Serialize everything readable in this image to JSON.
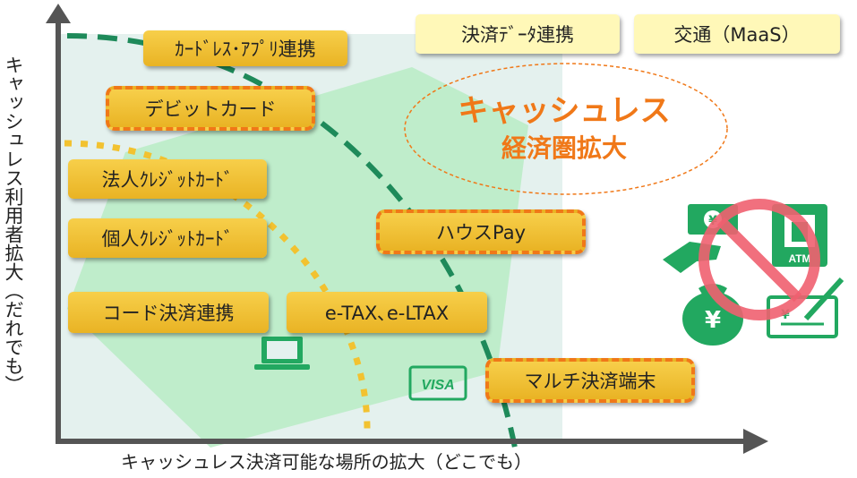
{
  "axes": {
    "y_label": "キャッシュレス利用者拡大（だれでも）",
    "x_label": "キャッシュレス決済可能な場所の拡大（どこでも）"
  },
  "tags": {
    "data_link": "決済ﾃﾞｰﾀ連携",
    "maas": "交通（MaaS）"
  },
  "boxes": {
    "cardless_app": "ｶｰﾄﾞﾚｽ･ｱﾌﾟﾘ連携",
    "debit_card": "デビットカード",
    "corporate_credit": "法人ｸﾚｼﾞｯﾄｶｰﾄﾞ",
    "personal_credit": "個人ｸﾚｼﾞｯﾄｶｰﾄﾞ",
    "house_pay": "ハウスPay",
    "code_payment": "コード決済連携",
    "etax": "e-TAX､e-LTAX",
    "multi_terminal": "マルチ決済端末"
  },
  "highlight": {
    "line1": "キャッシュレス",
    "line2": "経済圏拡大"
  },
  "icons": {
    "visa_text": "VISA",
    "atm_text": "ATM",
    "yen": "¥",
    "no_cash": "prohibited-cash-icon",
    "laptop": "laptop-icon",
    "card": "credit-card-icon"
  },
  "colors": {
    "box": "#f2c230",
    "dashed_border": "#f07818",
    "arc": "#1e8a5a",
    "dots": "#f2c230",
    "accent": "#f07818",
    "axis": "#555555",
    "green": "#22a860",
    "prohibit": "#f06070"
  }
}
